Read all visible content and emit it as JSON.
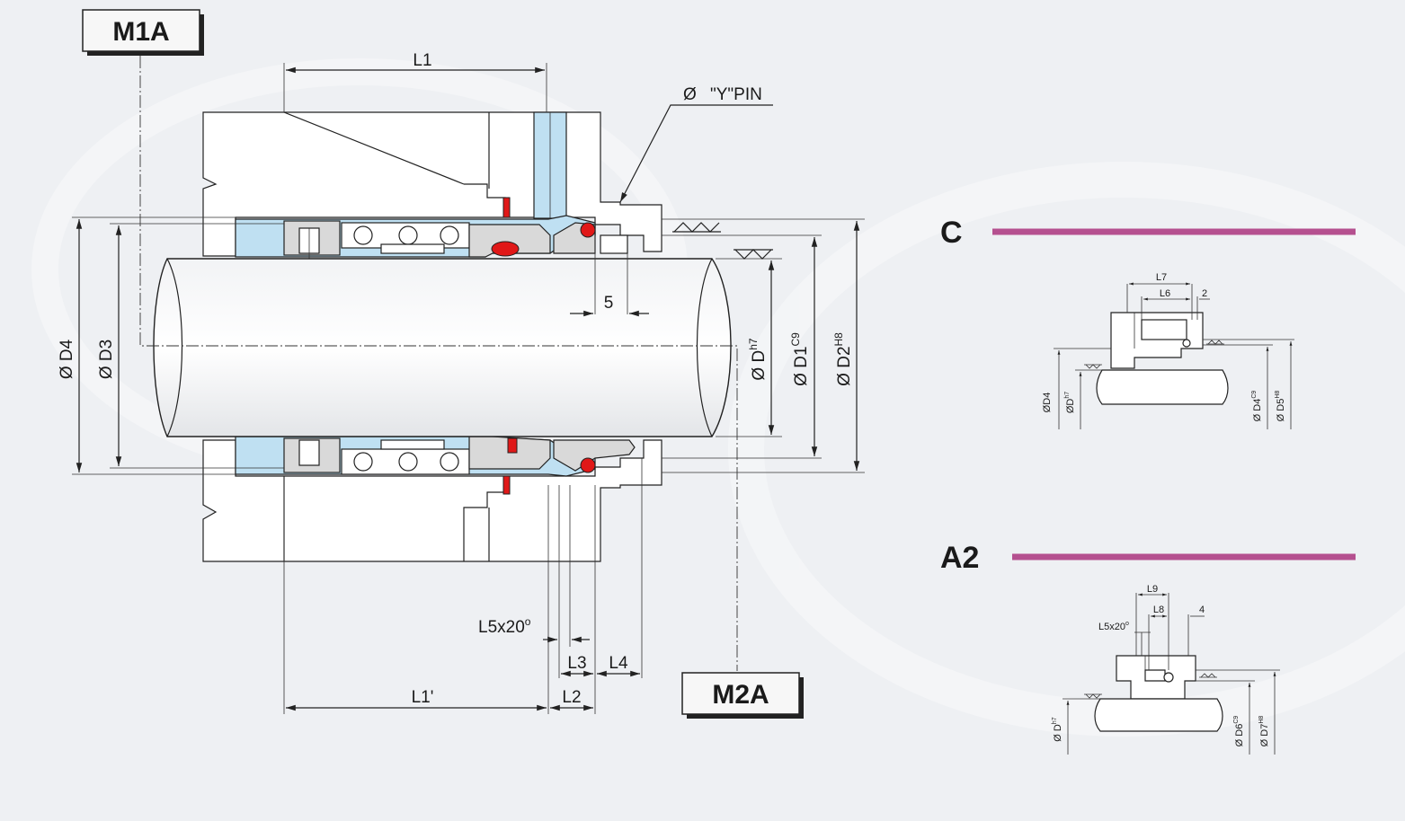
{
  "colors": {
    "background": "#eef0f3",
    "seal_face_blue": "#bfe0f2",
    "oring_red": "#e01818",
    "section_rule": "#b5508f",
    "part_grey": "#d9d9d9"
  },
  "tags": {
    "m1a": "M1A",
    "m2a": "M2A"
  },
  "main": {
    "l1": "L1",
    "pin": "\"Y\"PIN",
    "five": "5",
    "l5x20": "L5x20",
    "l3": "L3",
    "l4": "L4",
    "l1p": "L1'",
    "l2": "L2",
    "d4": "D4",
    "d3": "D3",
    "d": "D",
    "d_tol": "h7",
    "d1": "D1",
    "d1_tol": "C9",
    "d2": "D2",
    "d2_tol": "H8",
    "diameter_icon": "diameter-icon",
    "surface_finish_icon": "surface-finish-icon"
  },
  "section_c": {
    "title": "C",
    "l7": "L7",
    "l6": "L6",
    "two": "2",
    "d4": "D4",
    "d": "D",
    "d_tol": "h7",
    "d4b": "D4",
    "d4b_tol": "C9",
    "d5": "D5",
    "d5_tol": "H8"
  },
  "section_a2": {
    "title": "A2",
    "l9": "L9",
    "l8": "L8",
    "four": "4",
    "l5x20": "L5x20",
    "d": "D",
    "d_tol": "h7",
    "d6": "D6",
    "d6_tol": "C9",
    "d7": "D7",
    "d7_tol": "H8"
  }
}
